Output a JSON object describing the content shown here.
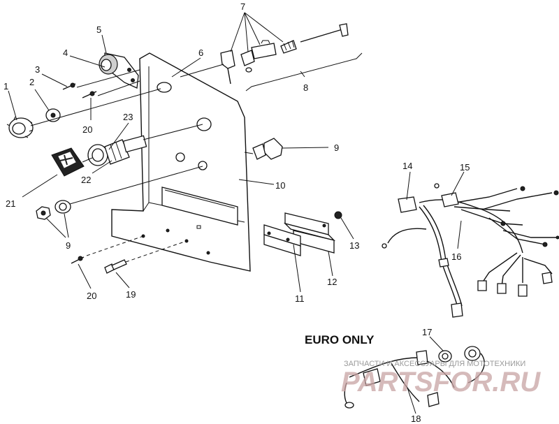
{
  "callouts": [
    {
      "id": "1",
      "text": "1"
    },
    {
      "id": "2",
      "text": "2"
    },
    {
      "id": "3",
      "text": "3"
    },
    {
      "id": "4",
      "text": "4"
    },
    {
      "id": "5",
      "text": "5"
    },
    {
      "id": "6",
      "text": "6"
    },
    {
      "id": "7",
      "text": "7"
    },
    {
      "id": "8",
      "text": "8"
    },
    {
      "id": "9a",
      "text": "9"
    },
    {
      "id": "9b",
      "text": "9"
    },
    {
      "id": "10",
      "text": "10"
    },
    {
      "id": "11",
      "text": "11"
    },
    {
      "id": "12",
      "text": "12"
    },
    {
      "id": "13",
      "text": "13"
    },
    {
      "id": "14",
      "text": "14"
    },
    {
      "id": "15",
      "text": "15"
    },
    {
      "id": "16",
      "text": "16"
    },
    {
      "id": "17",
      "text": "17"
    },
    {
      "id": "18",
      "text": "18"
    },
    {
      "id": "19",
      "text": "19"
    },
    {
      "id": "20a",
      "text": "20"
    },
    {
      "id": "20b",
      "text": "20"
    },
    {
      "id": "21",
      "text": "21"
    },
    {
      "id": "22",
      "text": "22"
    },
    {
      "id": "23",
      "text": "23"
    }
  ],
  "section_label": "EURO ONLY",
  "watermark": {
    "caption": "ЗАПЧАСТИ И АКСЕССУАРЫ ДЛЯ МОТОТЕХНИКИ",
    "brand": "PARTSFOR.RU"
  }
}
